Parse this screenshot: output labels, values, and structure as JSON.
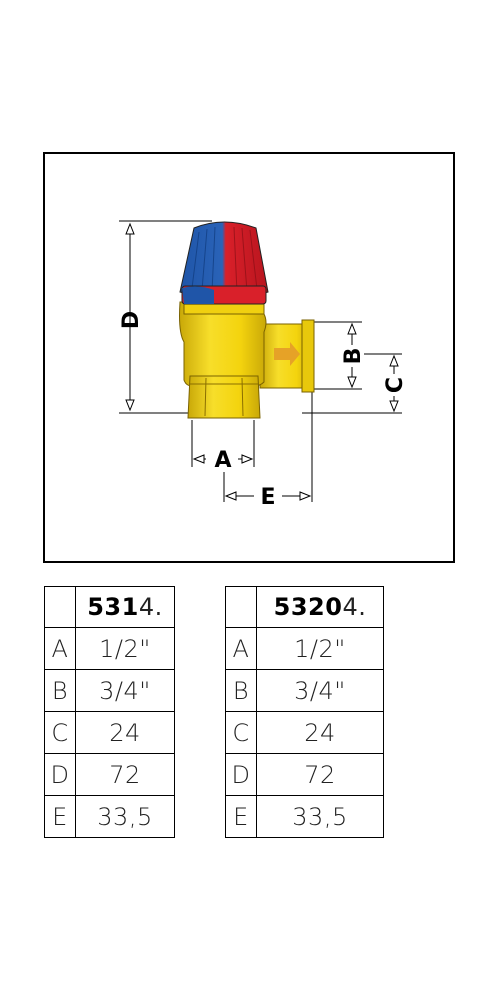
{
  "diagram": {
    "dimension_labels": {
      "a": "A",
      "b": "B",
      "c": "C",
      "d": "D",
      "e": "E"
    },
    "colors": {
      "brass": "#f4d40e",
      "brass_shade": "#c9a808",
      "red": "#d9202a",
      "blue": "#1f55a8"
    }
  },
  "tables": [
    {
      "code_bold": "531",
      "code_rest": "4.",
      "rows": [
        {
          "key": "A",
          "value": "1/2\""
        },
        {
          "key": "B",
          "value": "3/4\""
        },
        {
          "key": "C",
          "value": "24"
        },
        {
          "key": "D",
          "value": "72"
        },
        {
          "key": "E",
          "value": "33,5"
        }
      ]
    },
    {
      "code_bold": "5320",
      "code_rest": "4.",
      "rows": [
        {
          "key": "A",
          "value": "1/2\""
        },
        {
          "key": "B",
          "value": "3/4\""
        },
        {
          "key": "C",
          "value": "24"
        },
        {
          "key": "D",
          "value": "72"
        },
        {
          "key": "E",
          "value": "33,5"
        }
      ]
    }
  ]
}
